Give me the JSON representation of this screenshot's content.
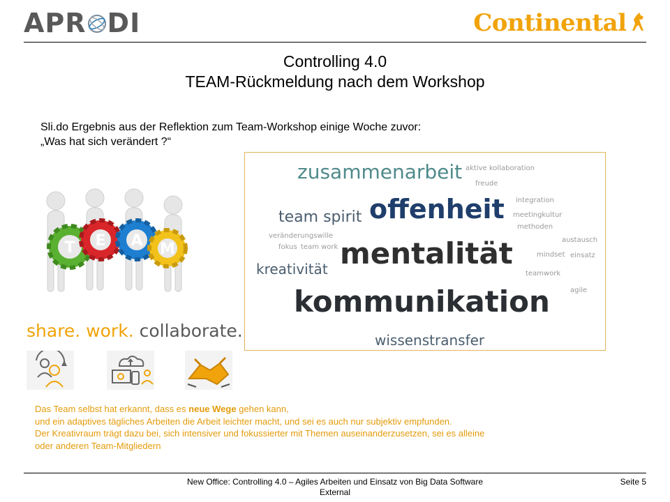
{
  "header": {
    "logo_left_a": "APR",
    "logo_left_b": "DI",
    "logo_right": "Continental"
  },
  "title": {
    "line1": "Controlling 4.0",
    "line2": "TEAM-Rückmeldung nach dem Workshop"
  },
  "intro": {
    "line1": "Sli.do Ergebnis aus der Reflektion zum Team-Workshop einige Woche zuvor:",
    "line2": "„Was hat sich verändert ?“"
  },
  "word_cloud": [
    {
      "text": "zusammenarbeit",
      "color": "#4f8a8b"
    },
    {
      "text": "aktive kollaboration",
      "color": "#9a9a9a"
    },
    {
      "text": "freude",
      "color": "#9a9a9a"
    },
    {
      "text": "integration",
      "color": "#9a9a9a"
    },
    {
      "text": "team spirit",
      "color": "#4a5d6e"
    },
    {
      "text": "offenheit",
      "color": "#1f3e6b"
    },
    {
      "text": "meetingkultur",
      "color": "#9a9a9a"
    },
    {
      "text": "methoden",
      "color": "#9a9a9a"
    },
    {
      "text": "veränderungswille",
      "color": "#9a9a9a"
    },
    {
      "text": "fokus",
      "color": "#9a9a9a"
    },
    {
      "text": "team work",
      "color": "#9a9a9a"
    },
    {
      "text": "austausch",
      "color": "#9a9a9a"
    },
    {
      "text": "mentalität",
      "color": "#2f2f2f"
    },
    {
      "text": "mindset",
      "color": "#9a9a9a"
    },
    {
      "text": "einsatz",
      "color": "#9a9a9a"
    },
    {
      "text": "kreativität",
      "color": "#4a5d6e"
    },
    {
      "text": "teamwork",
      "color": "#9a9a9a"
    },
    {
      "text": "agile",
      "color": "#9a9a9a"
    },
    {
      "text": "kommunikation",
      "color": "#2b2f33"
    },
    {
      "text": "wissenstransfer",
      "color": "#4a5d6e"
    }
  ],
  "team_letters": [
    "T",
    "E",
    "A",
    "M"
  ],
  "slogan": {
    "accent": "share. work.",
    "rest": " collaborate."
  },
  "icons": [
    "people-cycle-icon",
    "cloud-devices-icon",
    "handshake-icon"
  ],
  "bottom_text": {
    "l1_a": "Das Team selbst hat erkannt, dass es ",
    "l1_b": "neue Wege",
    "l1_c": " gehen kann,",
    "l2": "und ein adaptives tägliches Arbeiten die Arbeit leichter macht, und sei es auch nur subjektiv empfunden.",
    "l3": "Der Kreativraum trägt dazu bei, sich intensiver und fokussierter mit Themen auseinanderzusetzen,  sei es alleine",
    "l4": "oder anderen Team-Mitgliedern"
  },
  "footer": {
    "line1": "New Office: Controlling 4.0 – Agiles Arbeiten und Einsatz von Big Data Software",
    "line2": "External",
    "page": "Seite 5"
  },
  "colors": {
    "accent_orange": "#f0a30a",
    "text_orange": "#e39b0b",
    "border": "#e0b55a"
  }
}
